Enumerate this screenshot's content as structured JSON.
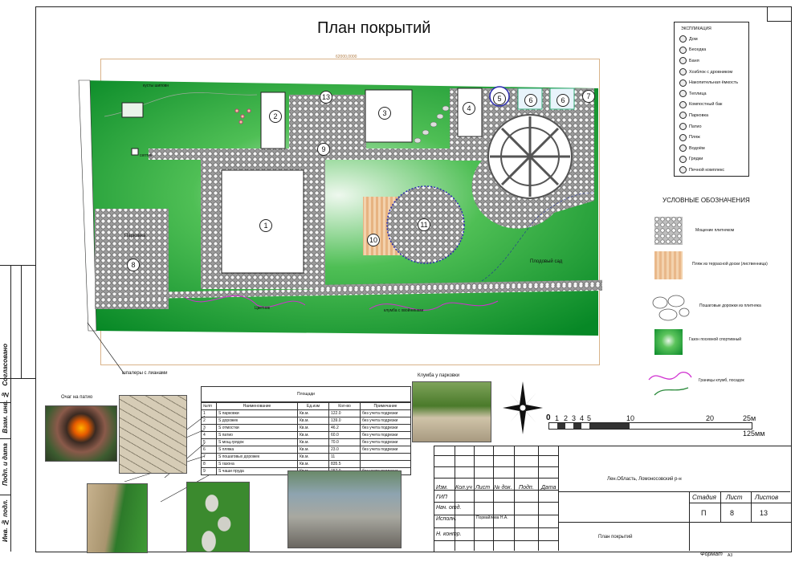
{
  "title": "План покрытий",
  "dimension": "62000,0000",
  "plan_labels": {
    "shrubs": "кусты шиповн",
    "septic": "септик",
    "parking": "Парковка",
    "orchard": "Плодовый сад",
    "flowers": "Цветник",
    "hosta": "клумба с хвойниками",
    "trellis": "шпалеры с лианами"
  },
  "numbers": [
    "1",
    "2",
    "3",
    "4",
    "5",
    "6",
    "6",
    "7",
    "8",
    "9",
    "10",
    "11",
    "13"
  ],
  "explication": {
    "heading": "ЭКСПЛИКАЦИЯ",
    "items": [
      "Дом",
      "Беседка",
      "Баня",
      "Хозблок с дровником",
      "Накопительная ёмкость",
      "Теплица",
      "Компостный бак",
      "Парковка",
      "Патио",
      "Пляж",
      "Водоём",
      "Грядки",
      "Печной комплекс"
    ]
  },
  "legend": {
    "heading": "УСЛОВНЫЕ ОБОЗНАЧЕНИЯ",
    "items": [
      "Мощение плитняком",
      "Пляж из террасной доски (лиственница)",
      "Пошаговые дорожки из плитняка",
      "Газон посевной спортивный",
      "Границы клумб, посадок"
    ]
  },
  "areas": {
    "title": "Площади",
    "headers": [
      "№пп",
      "Наименование",
      "Ед.изм",
      "Кол-во",
      "Примечание"
    ],
    "rows": [
      [
        "1",
        "S парковки",
        "Кв.м.",
        "122.0",
        "без учета подрезки"
      ],
      [
        "2",
        "S дорожек",
        "Кв.м.",
        "139.0",
        "без учета подрезки"
      ],
      [
        "3",
        "S отмостки",
        "Кв.м.",
        "46.2",
        "без учета подрезки"
      ],
      [
        "4",
        "S патио",
        "Кв.м.",
        "60.0",
        "без учета подрезки"
      ],
      [
        "5",
        "S мощ.грядок",
        "Кв.м.",
        "70.0",
        "без учета подрезки"
      ],
      [
        "6",
        "S пляжа",
        "Кв.м.",
        "23.0",
        "без учета подрезки"
      ],
      [
        "7",
        "S пошаговых дорожек",
        "Кв.м.",
        "11",
        ""
      ],
      [
        "8",
        "S газона",
        "Кв.м.",
        "835.5",
        ""
      ],
      [
        "9",
        "S чаши пруда",
        "Кв.м.",
        "157.0",
        "без учета подрезки"
      ]
    ]
  },
  "captions": {
    "fire": "Очаг на патио",
    "bed": "Клумба у парковки"
  },
  "scale": {
    "ticks": [
      "0",
      "1",
      "2",
      "3",
      "4",
      "5",
      "10",
      "20",
      "25м"
    ],
    "mm": "125мм"
  },
  "stamp": {
    "cols": [
      "Изм.",
      "Кол.уч",
      "Лист",
      "№ док.",
      "Подп.",
      "Дата"
    ],
    "rows": [
      "ГИП",
      "Нач. отд.",
      "Исполн.",
      "Н. контр."
    ],
    "executor": "Порвайлова Н.А.",
    "location": "Лен.Область, Ломоносовский р-н",
    "heads": [
      "Стадия",
      "Лист",
      "Листов"
    ],
    "values": [
      "П",
      "8",
      "13"
    ],
    "sheet_title": "План покрытий",
    "format": "Формат",
    "format_value": "А3"
  },
  "side": [
    "Согласовано",
    "Взам. инв. №",
    "Подп. и дата",
    "Инв. № подл."
  ]
}
